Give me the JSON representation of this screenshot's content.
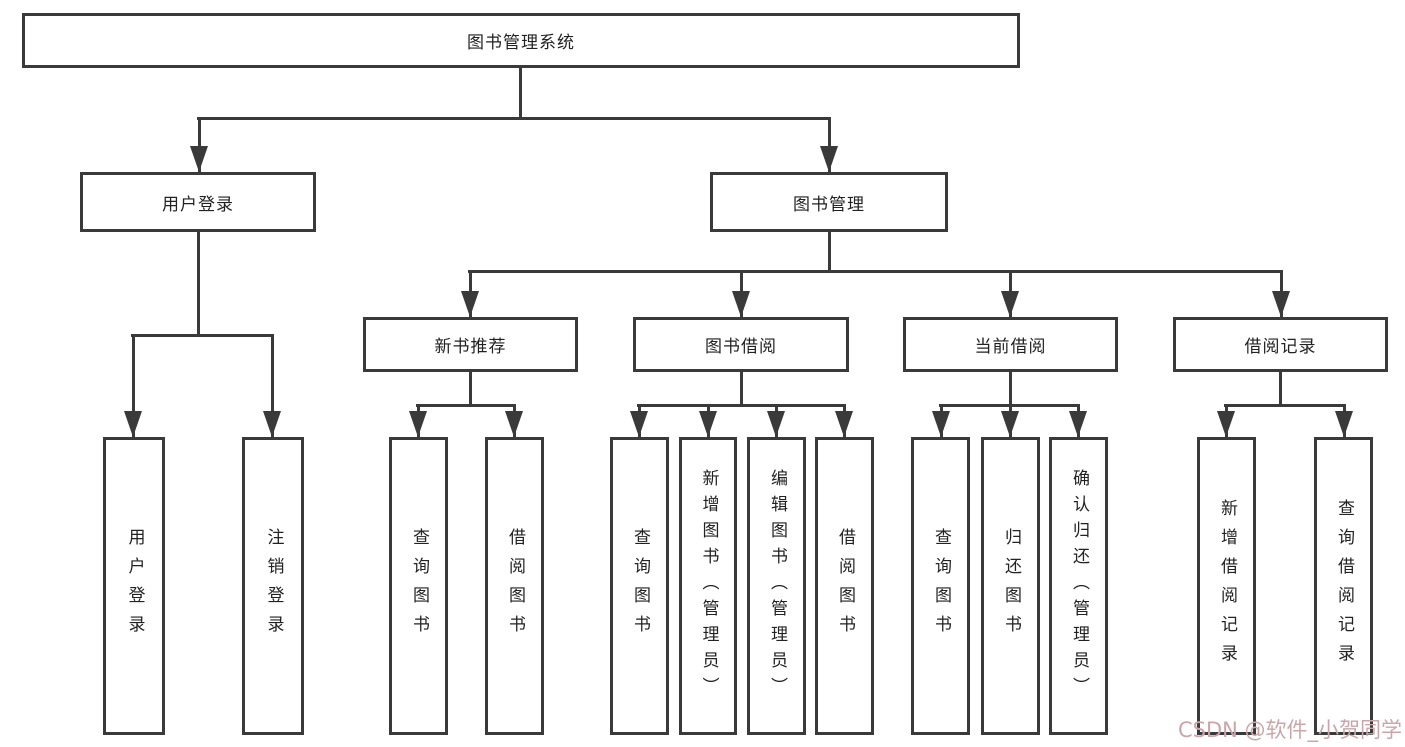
{
  "diagram": {
    "root": "图书管理系统",
    "level2": {
      "user_login": "用户登录",
      "book_management": "图书管理"
    },
    "level3": {
      "new_book_recommend": "新书推荐",
      "book_borrow": "图书借阅",
      "current_borrow": "当前借阅",
      "borrow_records": "借阅记录"
    },
    "leaves": {
      "user_login": "用户登录",
      "logout": "注销登录",
      "nb_query_books": "查询图书",
      "nb_borrow_books": "借阅图书",
      "bb_query_books": "查询图书",
      "bb_add_books_admin": "新增图书（管理员）",
      "bb_edit_books_admin": "编辑图书（管理员）",
      "bb_borrow_books": "借阅图书",
      "cb_query_books": "查询图书",
      "cb_return_books": "归还图书",
      "cb_confirm_return_admin": "确认归还（管理员）",
      "rc_add_record": "新增借阅记录",
      "rc_query_record": "查询借阅记录"
    },
    "colors": {
      "line": "#3a3a3a",
      "box_border": "#3a3a3a",
      "text": "#222222",
      "background": "#ffffff"
    }
  },
  "watermark": {
    "text": "CSDN @软件_小贺同学",
    "color": "#c9a6ab"
  }
}
